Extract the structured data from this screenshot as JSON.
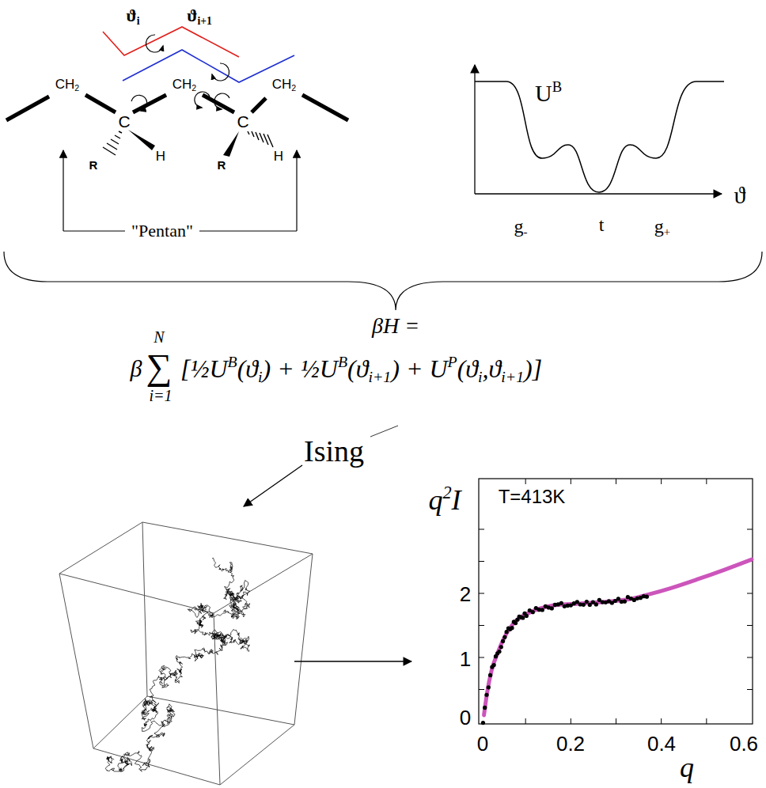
{
  "diagram": {
    "labels": [
      "ϑi",
      "ϑi+1",
      "CH2",
      "CH2",
      "CH2",
      "C",
      "C",
      "R",
      "H",
      "R",
      "H",
      "\"Pentan\"",
      "UB",
      "ϑ",
      "g-",
      "t",
      "g+",
      "βH =",
      "β",
      "N",
      "∑",
      "i=1",
      "[½UB(ϑi) + ½UB(ϑi+1) + UP(ϑi,ϑi+1)]",
      "Ising",
      "q2I",
      "T=413K",
      "0",
      "1",
      "2",
      "0",
      "0.2",
      "0.4",
      "0.6",
      "q"
    ]
  }
}
